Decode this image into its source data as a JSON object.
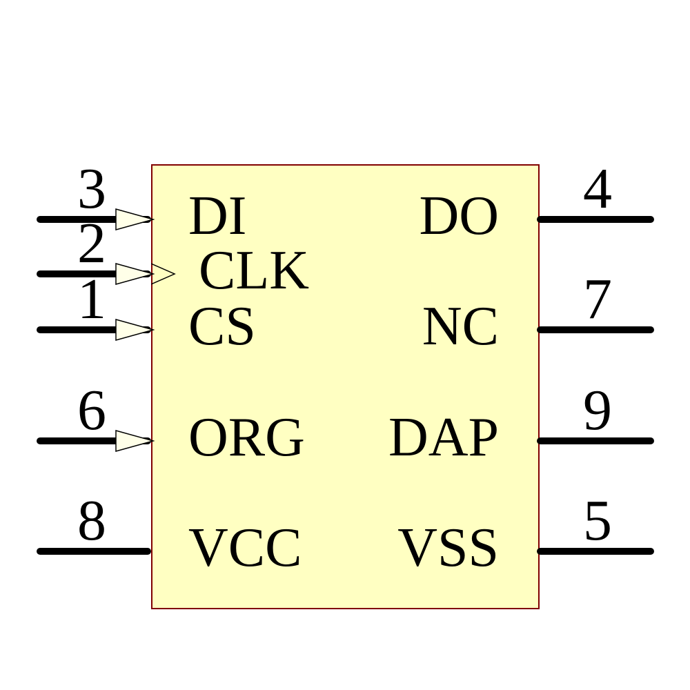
{
  "colors": {
    "background": "#ffffff",
    "body-fill": "#ffffc2",
    "body-border": "#800000",
    "arrow-fill": "#ffffe8",
    "wire-color": "#000000",
    "text-color": "#000000"
  },
  "component": {
    "kind": "ic-schematic-symbol"
  },
  "pins": {
    "p3": {
      "number": "3",
      "label": "DI",
      "side": "left",
      "input_arrow": true,
      "clock_mark": false
    },
    "p2": {
      "number": "2",
      "label": "CLK",
      "side": "left",
      "input_arrow": true,
      "clock_mark": true
    },
    "p1": {
      "number": "1",
      "label": "CS",
      "side": "left",
      "input_arrow": true,
      "clock_mark": false
    },
    "p6": {
      "number": "6",
      "label": "ORG",
      "side": "left",
      "input_arrow": true,
      "clock_mark": false
    },
    "p8": {
      "number": "8",
      "label": "VCC",
      "side": "left",
      "input_arrow": false,
      "clock_mark": false
    },
    "p4": {
      "number": "4",
      "label": "DO",
      "side": "right",
      "input_arrow": false,
      "clock_mark": false
    },
    "p7": {
      "number": "7",
      "label": "NC",
      "side": "right",
      "input_arrow": false,
      "clock_mark": false
    },
    "p9": {
      "number": "9",
      "label": "DAP",
      "side": "right",
      "input_arrow": false,
      "clock_mark": false
    },
    "p5": {
      "number": "5",
      "label": "VSS",
      "side": "right",
      "input_arrow": false,
      "clock_mark": false
    }
  }
}
